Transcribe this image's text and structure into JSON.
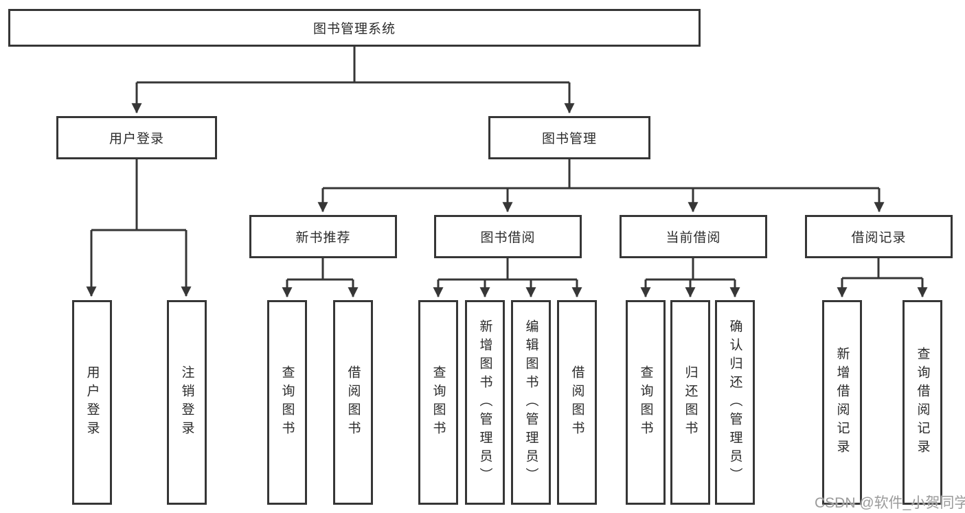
{
  "diagram": {
    "root": {
      "label": "图书管理系统"
    },
    "level2": [
      {
        "label": "用户登录"
      },
      {
        "label": "图书管理"
      }
    ],
    "level3": [
      {
        "label": "新书推荐"
      },
      {
        "label": "图书借阅"
      },
      {
        "label": "当前借阅"
      },
      {
        "label": "借阅记录"
      }
    ],
    "leaves": [
      {
        "label": "用户登录"
      },
      {
        "label": "注销登录"
      },
      {
        "label": "查询图书"
      },
      {
        "label": "借阅图书"
      },
      {
        "label": "查询图书"
      },
      {
        "label": "新增图书（管理员）"
      },
      {
        "label": "编辑图书（管理员）"
      },
      {
        "label": "借阅图书"
      },
      {
        "label": "查询图书"
      },
      {
        "label": "归还图书"
      },
      {
        "label": "确认归还（管理员）"
      },
      {
        "label": "新增借阅记录"
      },
      {
        "label": "查询借阅记录"
      }
    ]
  },
  "watermark": {
    "text": "CSDN @软件_小贺同学"
  },
  "colors": {
    "line": "#363636",
    "box_border": "#363636",
    "text": "#2b2b2b",
    "background": "#ffffff",
    "watermark": "#9b9b9b"
  }
}
